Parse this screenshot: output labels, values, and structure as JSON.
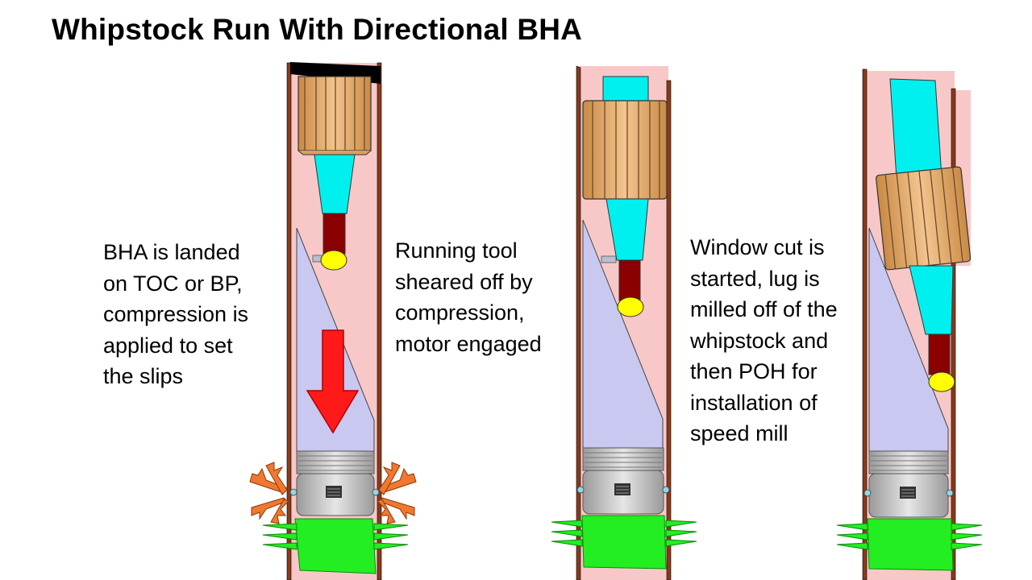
{
  "slide": {
    "title": "Whipstock Run With Directional BHA"
  },
  "steps": [
    {
      "lines": [
        "BHA is landed",
        "on TOC or BP,",
        "compression is",
        "applied to set",
        "the slips"
      ]
    },
    {
      "lines": [
        "Running tool",
        "sheared off by",
        "compression,",
        "motor engaged"
      ]
    },
    {
      "lines": [
        "Window cut is",
        "started, lug is",
        "milled off of the",
        "whipstock and",
        "then POH for",
        "installation of",
        "speed mill"
      ]
    }
  ],
  "colors": {
    "casing_fill": "#f8c8c8",
    "casing_wall": "#8b3a1a",
    "whipstock_face": "#c8c8f0",
    "mill_body": "#e8b070",
    "mill_blade": "#d9a060",
    "motor_cone": "#00f0f0",
    "bit_sub": "#8b0000",
    "lug": "#ffff00",
    "slip_body": "#c0c0c0",
    "anchor_green": "#22ee22",
    "push_arrow": "#ff1a1a",
    "slip_arrow": "#f07830"
  },
  "icons": {
    "push_arrow": "down-arrow-icon",
    "slip_arrows": "burst-arrows-icon"
  }
}
